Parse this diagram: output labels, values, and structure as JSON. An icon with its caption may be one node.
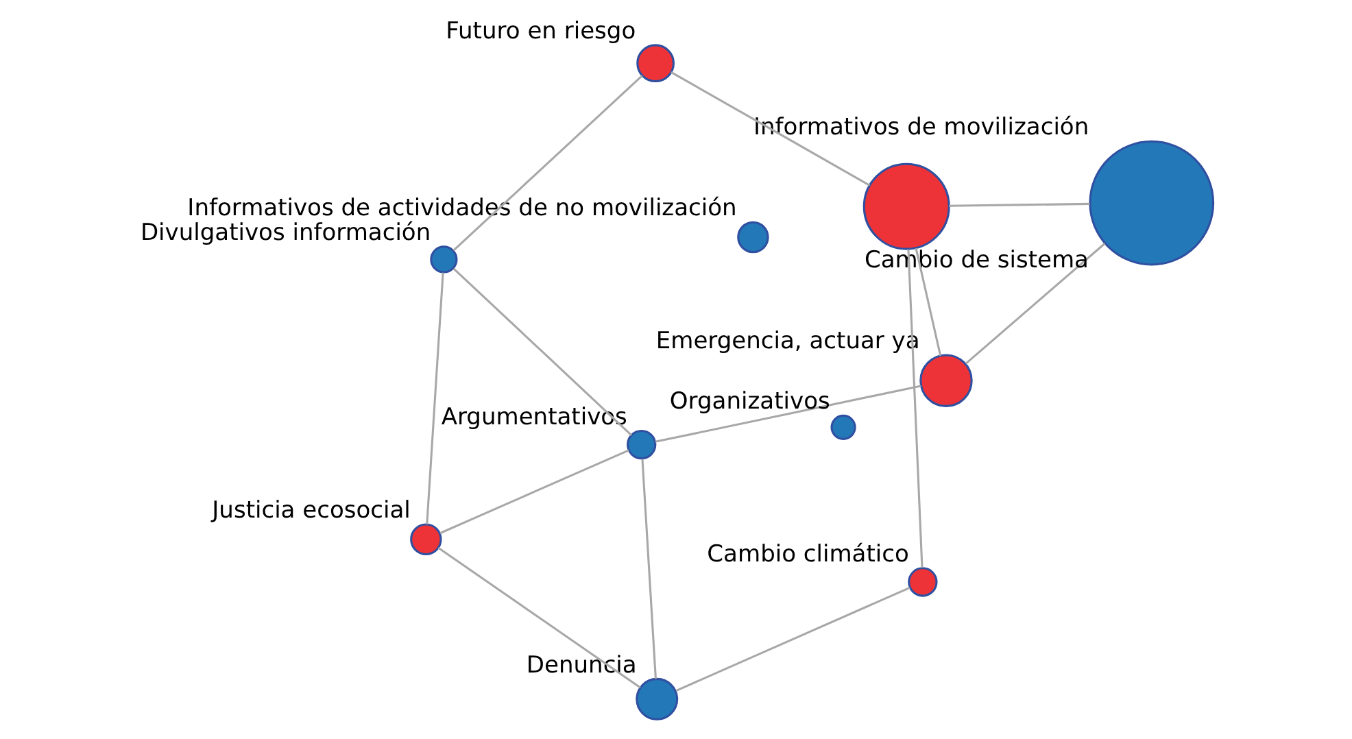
{
  "diagram": {
    "nodes": [
      {
        "text": [],
        "shape": "circle",
        "beside": [
          "Justicia ecosocial"
        ]
      },
      {
        "text": [],
        "shape": "circle",
        "beside": [
          "Informativos de actividades de no movilización"
        ]
      },
      {
        "text": [],
        "shape": "circle",
        "beside": [
          "Argumentativos"
        ]
      },
      {
        "text": [],
        "shape": "circle",
        "beside": [
          "Denuncia"
        ]
      },
      {
        "text": [],
        "shape": "circle",
        "beside": [
          "Emergencia, actuar ya"
        ]
      },
      {
        "text": [],
        "shape": "circle",
        "beside": [
          "Divulgativos información"
        ]
      },
      {
        "text": [],
        "shape": "circle",
        "beside": [
          "Futuro en riesgo"
        ]
      },
      {
        "text": [],
        "shape": "circle",
        "beside": [
          "Cambio climático"
        ]
      },
      {
        "text": [],
        "shape": "circle",
        "beside": [
          "Informativos de movilización"
        ]
      },
      {
        "text": [],
        "shape": "circle",
        "beside": [
          "Cambio de sistema"
        ]
      },
      {
        "text": [],
        "shape": "circle",
        "beside": [
          "Organizativos"
        ]
      }
    ],
    "edges": [
      {
        "from": 0,
        "to": 2,
        "arrow": "none"
      },
      {
        "from": 0,
        "to": 3,
        "arrow": "none"
      },
      {
        "from": 0,
        "to": 5,
        "arrow": "none"
      },
      {
        "from": 2,
        "to": 3,
        "arrow": "none"
      },
      {
        "from": 2,
        "to": 5,
        "arrow": "none"
      },
      {
        "from": 2,
        "to": 4,
        "arrow": "none"
      },
      {
        "from": 4,
        "to": 8,
        "arrow": "none"
      },
      {
        "from": 4,
        "to": 9,
        "arrow": "none"
      },
      {
        "from": 8,
        "to": 9,
        "arrow": "none"
      },
      {
        "from": 5,
        "to": 6,
        "arrow": "none"
      },
      {
        "from": 6,
        "to": 9,
        "arrow": "none"
      },
      {
        "from": 3,
        "to": 7,
        "arrow": "none"
      },
      {
        "from": 7,
        "to": 9,
        "arrow": "none"
      }
    ]
  }
}
